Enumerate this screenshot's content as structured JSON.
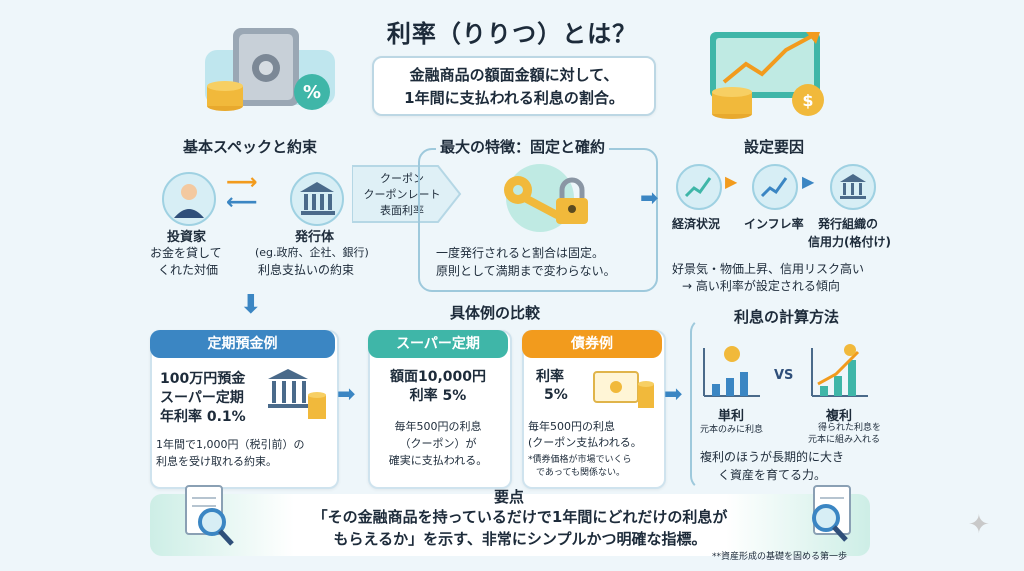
{
  "header": {
    "title": "利率（りりつ）とは？",
    "definition_line1": "金融商品の額面金額に対して、",
    "definition_line2": "1年間に支払われる利息の割合。"
  },
  "basic": {
    "heading": "基本スペックと約束",
    "investor_label": "投資家",
    "investor_desc1": "お金を貸して",
    "investor_desc2": "くれた対価",
    "issuer_label": "発行体",
    "issuer_desc1": "(eg.政府、企社、銀行)",
    "issuer_desc2": "利息支払いの約束",
    "aliases": [
      "クーポン",
      "クーポンレート",
      "表面利率"
    ]
  },
  "feature": {
    "heading": "最大の特徴：固定と確約",
    "desc1": "一度発行されると割合は固定。",
    "desc2": "原則として満期まで変わらない。"
  },
  "factors": {
    "heading": "設定要因",
    "items": [
      "経済状況",
      "インフレ率",
      "発行組織の",
      "信用力(格付け)"
    ],
    "note1": "好景気・物価上昇、信用リスク高い",
    "note2": "→ 高い利率が設定される傾向"
  },
  "examples": {
    "heading": "具体例の比較",
    "deposit": {
      "pill": "定期預金例",
      "line1": "100万円預金",
      "line2": "スーパー定期",
      "line3": "年利率 0.1%",
      "desc1": "1年間で1,000円（税引前）の",
      "desc2": "利息を受け取れる約束。"
    },
    "super": {
      "pill": "スーパー定期",
      "line1": "額面10,000円",
      "line2": "利率 5%",
      "desc1": "毎年500円の利息",
      "desc2": "（クーポン）が",
      "desc3": "確実に支払われる。"
    },
    "bond": {
      "pill": "債券例",
      "line1": "利率",
      "line2": "5%",
      "desc1": "毎年500円の利息",
      "desc2": "(クーポン支払われる。",
      "note1": "*債券価格が市場でいくら",
      "note2": "であっても関係ない。"
    }
  },
  "calc": {
    "heading": "利息の計算方法",
    "vs": "VS",
    "simple_label": "単利",
    "simple_desc": "元本のみに利息",
    "compound_label": "複利",
    "compound_desc1": "得られた利息を",
    "compound_desc2": "元本に組み入れる",
    "summary1": "複利のほうが長期的に大き",
    "summary2": "く資産を育てる力。"
  },
  "summary": {
    "heading": "要点",
    "line1": "「その金融商品を持っているだけで1年間にどれだけの利息が",
    "line2": "もらえるか」を示す、非常にシンプルかつ明確な指標。",
    "footnote": "**資産形成の基礎を固める第一歩"
  },
  "icons": [
    "safe-icon",
    "percent-icon",
    "coin-stack-icon",
    "chart-up-icon",
    "person-icon",
    "bank-icon",
    "key-icon",
    "lock-icon",
    "magnifier-document-icon",
    "sparkle-icon"
  ],
  "colors": {
    "accent_blue": "#3b86c3",
    "accent_teal": "#3fb6a8",
    "accent_orange": "#f29b1d",
    "frame": "#9ec9dc"
  }
}
